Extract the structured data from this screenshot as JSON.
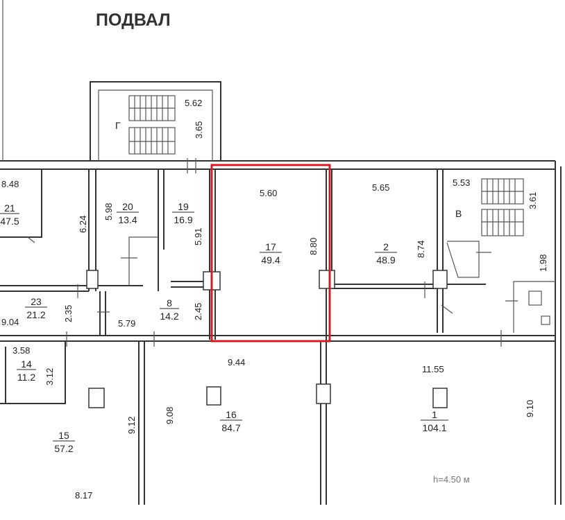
{
  "title": "ПОДВАЛ",
  "highlight_color": "#c8202a",
  "rooms": [
    {
      "id": "r21",
      "number": "21",
      "area": "47.5"
    },
    {
      "id": "r20",
      "number": "20",
      "area": "13.4"
    },
    {
      "id": "r19",
      "number": "19",
      "area": "16.9"
    },
    {
      "id": "r17",
      "number": "17",
      "area": "49.4"
    },
    {
      "id": "r2",
      "number": "2",
      "area": "48.9"
    },
    {
      "id": "r23",
      "number": "23",
      "area": "21.2"
    },
    {
      "id": "r8",
      "number": "8",
      "area": "14.2"
    },
    {
      "id": "r14",
      "number": "14",
      "area": "11.2"
    },
    {
      "id": "r15",
      "number": "15",
      "area": "57.2"
    },
    {
      "id": "r16",
      "number": "16",
      "area": "84.7"
    },
    {
      "id": "r1",
      "number": "1",
      "area": "104.1"
    }
  ],
  "dimensions": [
    "5.62",
    "3.65",
    "8.48",
    "6.24",
    "5.98",
    "5.91",
    "5.60",
    "8.80",
    "5.65",
    "8.74",
    "5.53",
    "3.61",
    "1.98",
    "2.35",
    "5.79",
    "2.45",
    "9.04",
    "3.58",
    "3.12",
    "9.44",
    "11.55",
    "9.12",
    "9.08",
    "9.10",
    "8.17"
  ],
  "stair_letters": [
    "Г",
    "В"
  ],
  "ceiling_height": "h=4.50 м"
}
